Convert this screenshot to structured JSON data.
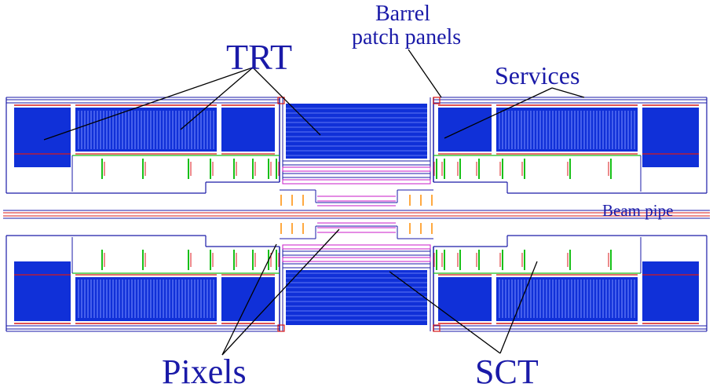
{
  "labels": {
    "trt": "TRT",
    "barrel_patch_panels_line1": "Barrel",
    "barrel_patch_panels_line2": "patch panels",
    "services": "Services",
    "beam_pipe": "Beam pipe",
    "pixels": "Pixels",
    "sct": "SCT"
  },
  "colors": {
    "label_text": "#1a1aa8",
    "leader": "#000000",
    "trt_fill": "#1030d8",
    "trt_straw": "#7a90ff",
    "structure": "#1a1aa8",
    "red": "#d81818",
    "green": "#18c018",
    "magenta": "#c818c8",
    "orange": "#ff8c00",
    "background": "#ffffff"
  }
}
